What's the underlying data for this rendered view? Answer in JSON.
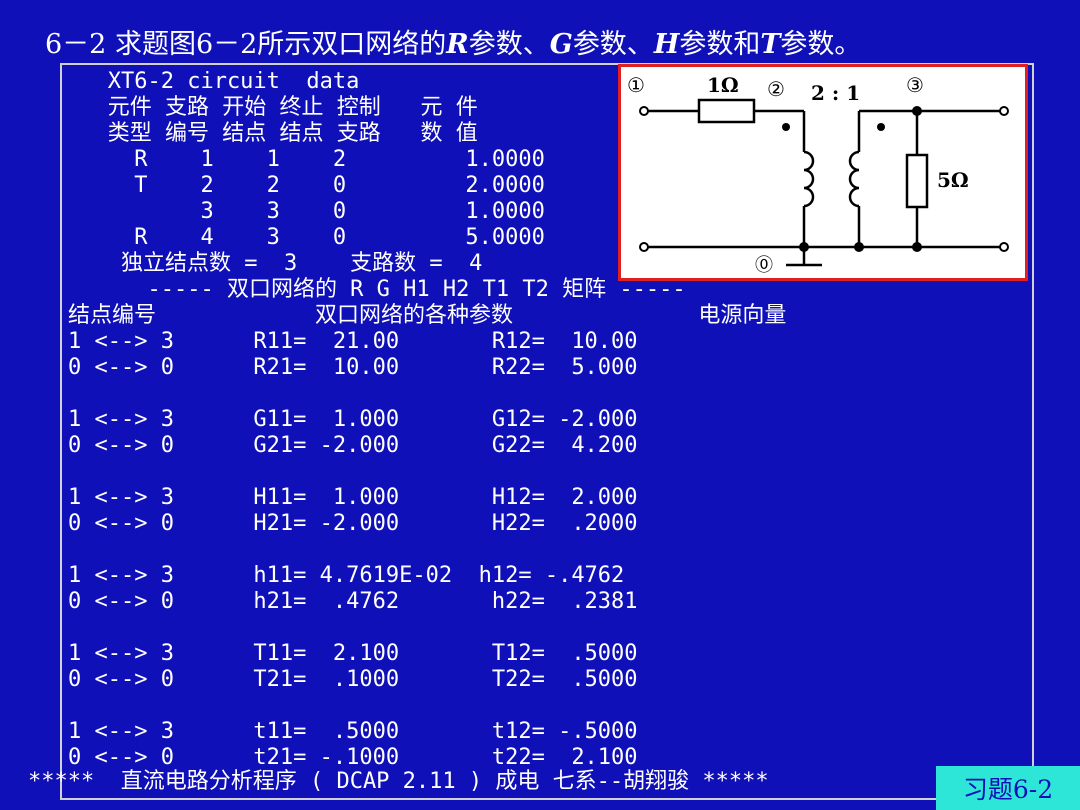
{
  "title": {
    "p1": "6－2 求题图6－2所示双口网络的",
    "r": "R",
    "p2": "参数、",
    "g": "G",
    "p3": "参数、",
    "h": "H",
    "p4": "参数和",
    "t": "T",
    "p5": "参数。"
  },
  "listing": {
    "lines": [
      "   XT6-2 circuit  data",
      "   元件 支路 开始 终止 控制   元 件",
      "   类型 编号 结点 结点 支路   数 值",
      "     R    1    1    2         1.0000",
      "     T    2    2    0         2.0000",
      "          3    3    0         1.0000",
      "     R    4    3    0         5.0000",
      "    独立结点数 =  3    支路数 =  4",
      "      ----- 双口网络的 R G H1 H2 T1 T2 矩阵 -----",
      "结点编号            双口网络的各种参数              电源向量",
      "1 <--> 3      R11=  21.00       R12=  10.00",
      "0 <--> 0      R21=  10.00       R22=  5.000",
      "",
      "1 <--> 3      G11=  1.000       G12= -2.000",
      "0 <--> 0      G21= -2.000       G22=  4.200",
      "",
      "1 <--> 3      H11=  1.000       H12=  2.000",
      "0 <--> 0      H21= -2.000       H22=  .2000",
      "",
      "1 <--> 3      h11= 4.7619E-02  h12= -.4762",
      "0 <--> 0      h21=  .4762       h22=  .2381",
      "",
      "1 <--> 3      T11=  2.100       T12=  .5000",
      "0 <--> 0      T21=  .1000       T22=  .5000",
      "",
      "1 <--> 3      t11=  .5000       t12= -.5000",
      "0 <--> 0      t21= -.1000       t22=  2.100"
    ],
    "footer": "*****  直流电路分析程序 ( DCAP 2.11 ) 成电 七系--胡翔骏 *****"
  },
  "circuit": {
    "node1": "①",
    "node2": "②",
    "node3": "③",
    "node0": "⓪",
    "r1": "1Ω",
    "ratio": "2 : 1",
    "r5": "5Ω"
  },
  "badge": "习题6-2"
}
